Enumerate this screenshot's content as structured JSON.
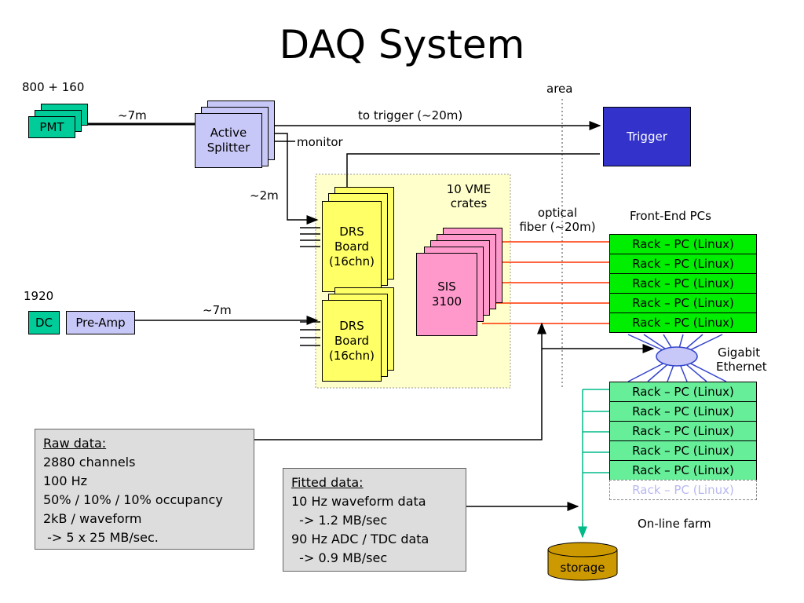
{
  "title": "DAQ System",
  "labels": {
    "pmt_count": "800 + 160",
    "dc_count": "1920",
    "area": "area",
    "cable_7m_top": "~7m",
    "cable_7m_bottom": "~7m",
    "cable_2m": "~2m",
    "to_trigger": "to trigger (~20m)",
    "monitor": "monitor",
    "vme_crates": [
      "10 VME",
      "crates"
    ],
    "optical_fiber": [
      "optical",
      "fiber (~20m)"
    ],
    "front_end_pcs": "Front-End PCs",
    "gigabit_ethernet": [
      "Gigabit",
      "Ethernet"
    ],
    "online_farm": "On-line farm"
  },
  "boxes": {
    "pmt": "PMT",
    "active_splitter": [
      "Active",
      "Splitter"
    ],
    "trigger": "Trigger",
    "drs_board": [
      "DRS",
      "Board",
      "(16chn)"
    ],
    "sis": [
      "SIS",
      "3100"
    ],
    "dc": "DC",
    "pre_amp": "Pre-Amp",
    "storage": "storage"
  },
  "front_end_rack": [
    "Rack – PC (Linux)",
    "Rack – PC (Linux)",
    "Rack – PC (Linux)",
    "Rack – PC (Linux)",
    "Rack – PC (Linux)"
  ],
  "farm_rack": [
    "Rack – PC (Linux)",
    "Rack – PC (Linux)",
    "Rack – PC (Linux)",
    "Rack – PC (Linux)",
    "Rack – PC (Linux)",
    "Rack – PC (Linux)"
  ],
  "raw_data": {
    "heading": "Raw data:",
    "lines": [
      "2880 channels",
      "100 Hz",
      "50% / 10% / 10% occupancy",
      "2kB / waveform",
      " -> 5 x 25 MB/sec."
    ]
  },
  "fitted_data": {
    "heading": "Fitted data:",
    "lines": [
      "10 Hz waveform data",
      "  -> 1.2 MB/sec",
      "90 Hz ADC / TDC data",
      "  -> 0.9 MB/sec"
    ]
  },
  "colors": {
    "pmt": "#00cc99",
    "splitter": "#c8c8f8",
    "drs": "#ffff66",
    "sis": "#ff99cc",
    "trigger": "#3333cc",
    "front_end": "#00ee00",
    "farm": "#66ee99",
    "storage": "#cc9900",
    "fiber": "#ff3300",
    "vme_area": "#ffffcc"
  }
}
